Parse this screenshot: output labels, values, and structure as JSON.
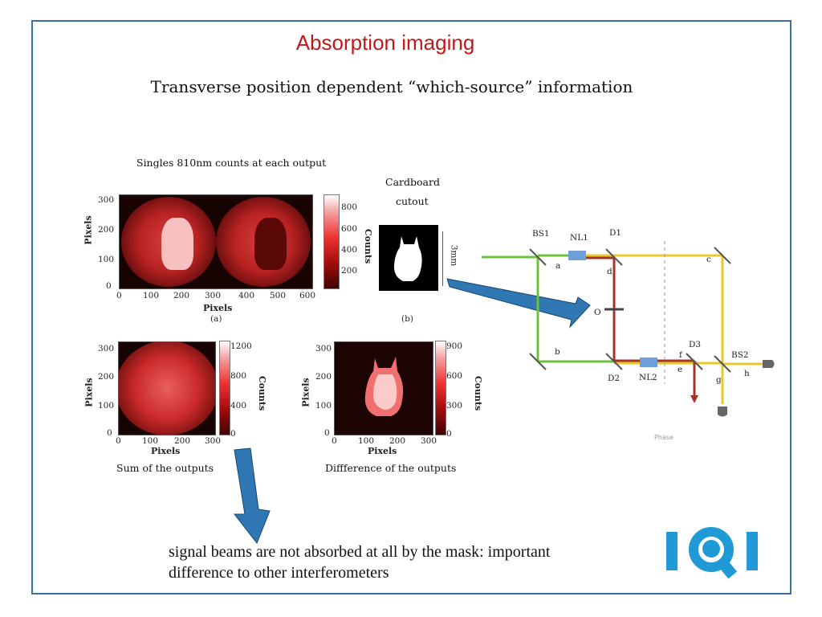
{
  "slide": {
    "title": "Absorption imaging",
    "subtitle": "Transverse position dependent “which-source” information",
    "note_line1": "signal beams are not absorbed at all by the mask: important",
    "note_line2": "difference to other interferometers",
    "logo_text": "IQI"
  },
  "fig_a": {
    "caption_top": "Singles 810nm counts at each output",
    "sublabel": "(a)",
    "ylabel": "Pixels",
    "xlabel": "Pixels",
    "y_ticks": [
      "300",
      "200",
      "100",
      "0"
    ],
    "x_ticks": [
      "0",
      "100",
      "200",
      "300",
      "400",
      "500",
      "600"
    ],
    "cbar_label": "Counts",
    "cbar_ticks": [
      "800",
      "600",
      "400",
      "200"
    ]
  },
  "fig_b": {
    "caption_line1": "Cardboard",
    "caption_line2": "cutout",
    "sublabel": "(b)",
    "scale_label": "3mm"
  },
  "fig_sum": {
    "ylabel": "Pixels",
    "xlabel": "Pixels",
    "y_ticks": [
      "300",
      "200",
      "100",
      "0"
    ],
    "x_ticks": [
      "0",
      "100",
      "200",
      "300"
    ],
    "cbar_label": "Counts",
    "cbar_ticks": [
      "1200",
      "800",
      "400",
      "0"
    ],
    "caption": "Sum of the outputs"
  },
  "fig_diff": {
    "ylabel": "Pixels",
    "xlabel": "Pixels",
    "y_ticks": [
      "300",
      "200",
      "100",
      "0"
    ],
    "x_ticks": [
      "0",
      "100",
      "200",
      "300"
    ],
    "cbar_label": "Counts",
    "cbar_ticks": [
      "900",
      "600",
      "300",
      "0"
    ],
    "caption": "Diffference of the outputs"
  },
  "setup": {
    "labels": {
      "bs1": "BS1",
      "nl1": "NL1",
      "d1": "D1",
      "a": "a",
      "c": "c",
      "d": "d",
      "o": "O",
      "b": "b",
      "d2": "D2",
      "nl2": "NL2",
      "f": "f",
      "d3": "D3",
      "bs2": "BS2",
      "e": "e",
      "g": "g",
      "h": "h",
      "phase": "Phase"
    },
    "colors": {
      "pump": "#6cc33a",
      "idler": "#a3342a",
      "signal": "#e8c82c",
      "crystal": "#6f9fd8"
    }
  },
  "colors": {
    "title": "#c0191b",
    "frame": "#3a6ea5",
    "arrow": "#2f78b4",
    "logo": "#1f9ad6"
  }
}
